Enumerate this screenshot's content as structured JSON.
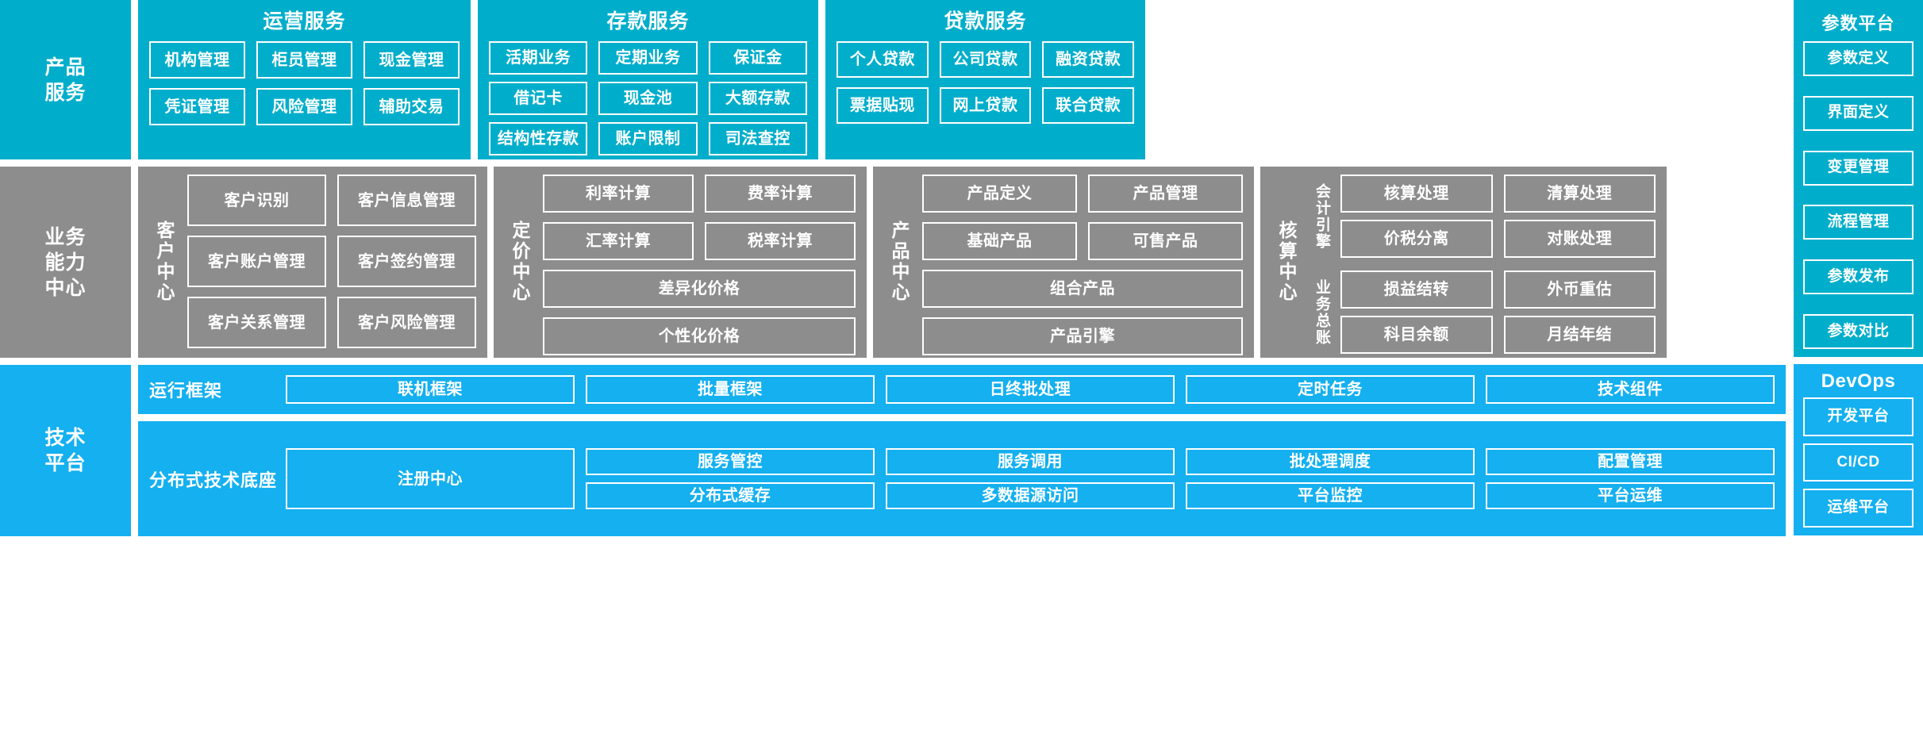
{
  "colors": {
    "teal": "#00aecb",
    "gray": "#8d8d8d",
    "blue": "#14b0f0",
    "border": "#ffffff",
    "background": "#ffffff"
  },
  "layers": {
    "product_service": {
      "label": "产品\n服务",
      "label_line1": "产品",
      "label_line2": "服务",
      "groups": [
        {
          "title": "运营服务",
          "tiles": [
            "机构管理",
            "柜员管理",
            "现金管理",
            "凭证管理",
            "风险管理",
            "辅助交易"
          ]
        },
        {
          "title": "存款服务",
          "tiles": [
            "活期业务",
            "定期业务",
            "保证金",
            "借记卡",
            "现金池",
            "大额存款",
            "结构性存款",
            "账户限制",
            "司法查控"
          ]
        },
        {
          "title": "贷款服务",
          "tiles": [
            "个人贷款",
            "公司贷款",
            "融资贷款",
            "票据贴现",
            "网上贷款",
            "联合贷款"
          ]
        }
      ]
    },
    "business_capability": {
      "label_line1": "业务",
      "label_line2": "能力",
      "label_line3": "中心",
      "centers": [
        {
          "name": "客户中心",
          "tiles": [
            "客户识别",
            "客户信息管理",
            "客户账户管理",
            "客户签约管理",
            "客户关系管理",
            "客户风险管理"
          ],
          "wide_tiles": []
        },
        {
          "name": "定价中心",
          "tiles": [
            "利率计算",
            "费率计算",
            "汇率计算",
            "税率计算"
          ],
          "wide_tiles": [
            "差异化价格",
            "个性化价格"
          ]
        },
        {
          "name": "产品中心",
          "tiles": [
            "产品定义",
            "产品管理",
            "基础产品",
            "可售产品"
          ],
          "wide_tiles": [
            "组合产品",
            "产品引擎"
          ]
        },
        {
          "name": "核算中心",
          "sub_blocks": [
            {
              "name": "会计引擎",
              "tiles": [
                "核算处理",
                "清算处理",
                "价税分离",
                "对账处理"
              ]
            },
            {
              "name": "业务总账",
              "tiles": [
                "损益结转",
                "外币重估",
                "科目余额",
                "月结年结"
              ]
            }
          ]
        }
      ]
    },
    "technical_platform": {
      "label_line1": "技术",
      "label_line2": "平台",
      "bands": [
        {
          "name": "运行框架",
          "tiles": [
            "联机框架",
            "批量框架",
            "日终批处理",
            "定时任务",
            "技术组件"
          ]
        },
        {
          "name": "分布式技术底座",
          "featured_tile": "注册中心",
          "tiles_row1": [
            "服务管控",
            "服务调用",
            "批处理调度",
            "配置管理"
          ],
          "tiles_row2": [
            "分布式缓存",
            "多数据源访问",
            "平台监控",
            "平台运维"
          ]
        }
      ]
    }
  },
  "param_platform": {
    "title": "参数平台",
    "items": [
      "参数定义",
      "界面定义",
      "变更管理",
      "流程管理",
      "参数发布",
      "参数对比"
    ]
  },
  "devops": {
    "title": "DevOps",
    "items": [
      "开发平台",
      "CI/CD",
      "运维平台"
    ]
  }
}
